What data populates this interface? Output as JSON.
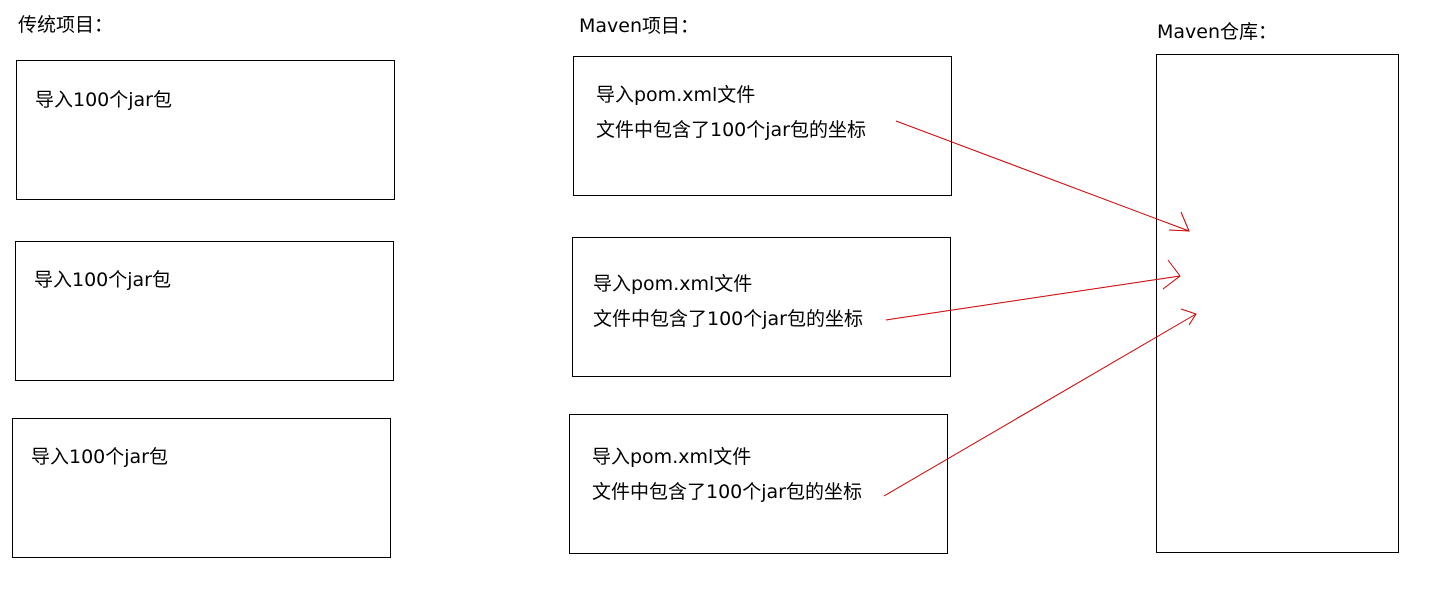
{
  "headings": {
    "traditional": "传统项目：",
    "maven_project": "Maven项目：",
    "maven_repo": "Maven仓库："
  },
  "traditional_boxes": [
    {
      "text": "导入100个jar包"
    },
    {
      "text": "导入100个jar包"
    },
    {
      "text": "导入100个jar包"
    }
  ],
  "maven_boxes": [
    {
      "line1": "导入pom.xml文件",
      "line2": "文件中包含了100个jar包的坐标"
    },
    {
      "line1": "导入pom.xml文件",
      "line2": "文件中包含了100个jar包的坐标"
    },
    {
      "line1": "导入pom.xml文件",
      "line2": "文件中包含了100个jar包的坐标"
    }
  ],
  "colors": {
    "arrow": "#cc0000",
    "border": "#000000"
  }
}
